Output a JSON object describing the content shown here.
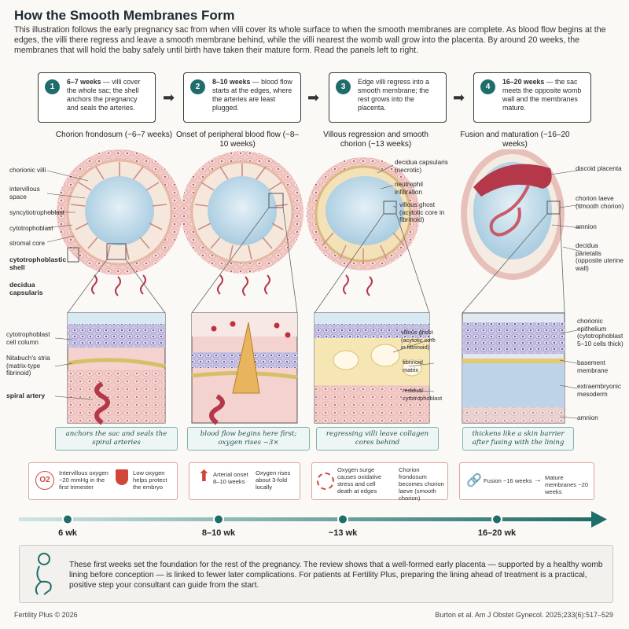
{
  "title": "How the Smooth Membranes Form",
  "intro": "This illustration follows the early pregnancy sac from when villi cover its whole surface to when the smooth membranes are complete. As blood flow begins at the edges, the villi there regress and leave a smooth membrane behind, while the villi nearest the womb wall grow into the placenta. By around 20 weeks, the membranes that will hold the baby safely until birth have taken their mature form. Read the panels left to right.",
  "steps": [
    {
      "num": "1",
      "lead": "6–7 weeks",
      "text": " — villi cover the whole sac; the shell anchors the pregnancy and seals the arteries."
    },
    {
      "num": "2",
      "lead": "8–10 weeks",
      "text": " — blood flow starts at the edges, where the arteries are least plugged."
    },
    {
      "num": "3",
      "lead": "",
      "text": "Edge villi regress into a smooth membrane; the rest grows into the placenta."
    },
    {
      "num": "4",
      "lead": "16–20 weeks",
      "text": " — the sac meets the opposite womb wall and the membranes mature."
    }
  ],
  "panels": [
    {
      "title": "Chorion frondosum (~6–7 weeks)",
      "caption": "anchors the sac and seals the spiral arteries"
    },
    {
      "title": "Onset of peripheral blood flow (~8–10 weeks)",
      "caption": "blood flow begins here first; oxygen rises ~3×"
    },
    {
      "title": "Villous regression and smooth chorion (~13 weeks)",
      "caption": "regressing villi leave collagen cores behind"
    },
    {
      "title": "Fusion and maturation (~16–20 weeks)",
      "caption": "thickens like a skin barrier after fusing with the lining"
    }
  ],
  "labels": {
    "p1_top": [
      "chorionic villi",
      "intervillous space",
      "syncytiotrophoblast",
      "cytotrophoblast",
      "stromal core",
      "cytotrophoblastic shell",
      "decidua capsularis"
    ],
    "p1_bottom": [
      "cytotrophoblast cell column",
      "Nitabuch's stria (matrix-type fibrinoid)",
      "spiral artery"
    ],
    "p3_top": [
      "decidua capsularis (necrotic)",
      "neutrophil infiltration",
      "villous ghost (acytotic core in fibrinoid)"
    ],
    "p3_bottom": [
      "villous ghost (acytotic core in fibrinoid)",
      "fibrinoid matrix",
      "residual cytotrophoblast"
    ],
    "p4_top": [
      "discoid placenta",
      "chorion laeve (smooth chorion)",
      "amnion",
      "decidua parietalis (opposite uterine wall)"
    ],
    "p4_bottom": [
      "chorionic epithelium (cytotrophoblast 5–10 cells thick)",
      "basement membrane",
      "extraembryonic mesoderm",
      "amnion"
    ]
  },
  "facts": {
    "f1a": "Intervillous oxygen ~20 mmHg in the first trimester",
    "f1b": "Low oxygen helps protect the embryo",
    "f2a": "Arterial onset 8–10 weeks",
    "f2b": "Oxygen rises about 3-fold locally",
    "f3a": "Oxygen surge causes oxidative stress and cell death at edges",
    "f3b": "Chorion frondosum becomes chorion laeve (smooth chorion)",
    "f4a": "Fusion ~16 weeks",
    "f4b": "Mature membranes ~20 weeks",
    "o2": "O2"
  },
  "timeline": [
    "6 wk",
    "8–10 wk",
    "~13 wk",
    "16–20 wk"
  ],
  "conclusion": "These first weeks set the foundation for the rest of the pregnancy. The review shows that a well-formed early placenta — supported by a healthy womb lining before conception — is linked to fewer later complications. For patients at Fertility Plus, preparing the lining ahead of treatment is a practical, positive step your consultant can guide from the start.",
  "footer_left": "Fertility Plus © 2026",
  "footer_right": "Burton et al. Am J Obstet Gynecol. 2025;233(6):517–529",
  "colors": {
    "teal": "#1f6d6a",
    "pink": "#e9a9a6",
    "placenta": "#b4384a",
    "fluid": "#cfe3ef"
  }
}
